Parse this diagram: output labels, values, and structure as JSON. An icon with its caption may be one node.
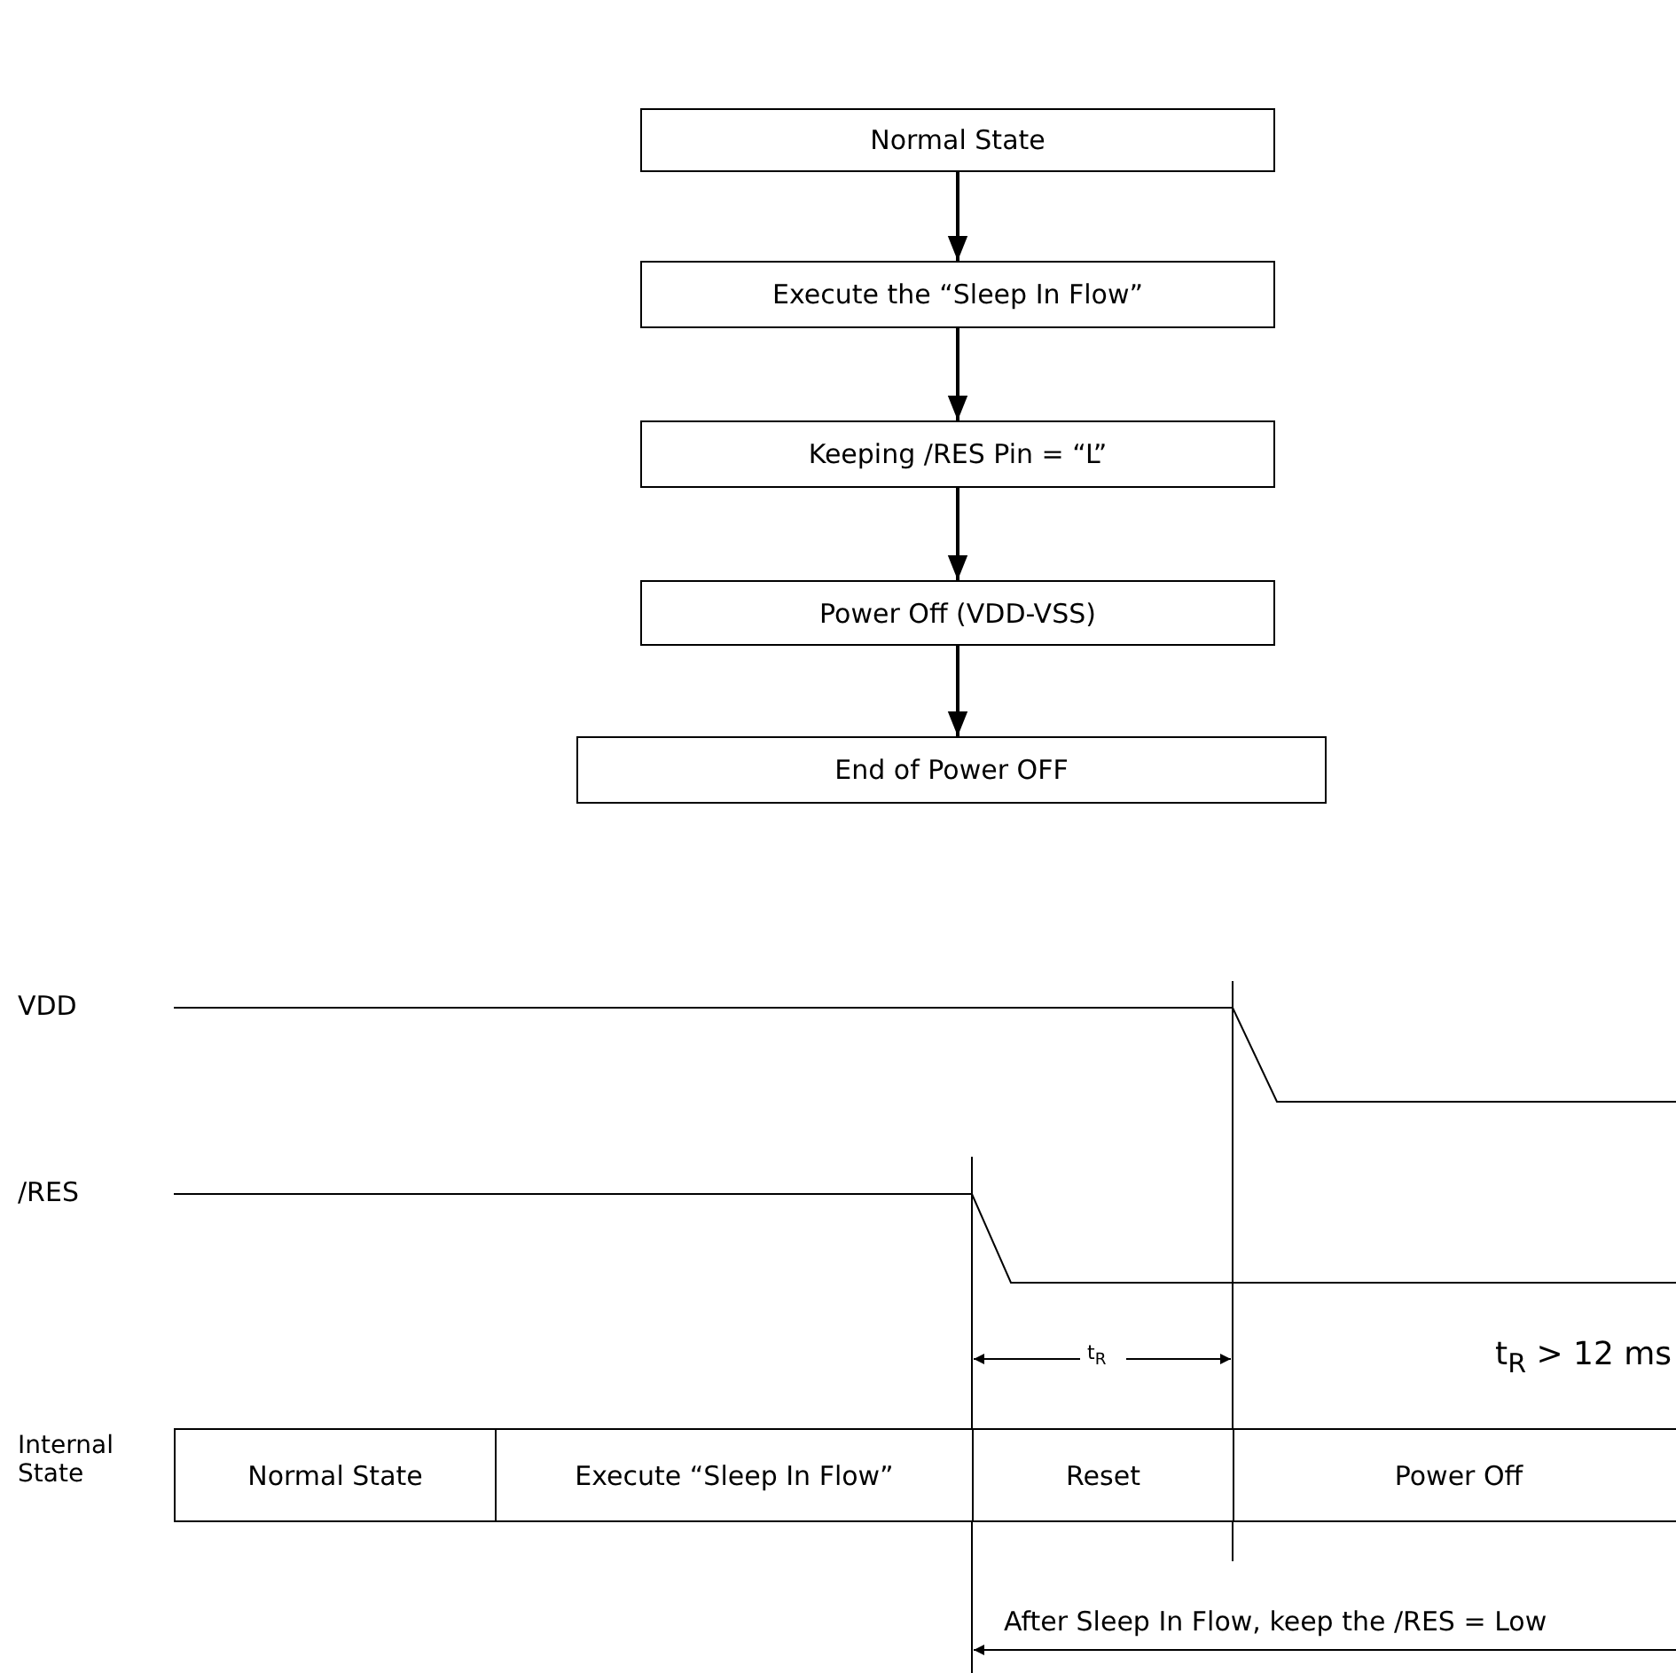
{
  "diagram": {
    "nodes": [
      {
        "text": [
          "Normal State"
        ]
      },
      {
        "text": [
          "Execute the “Sleep In Flow”"
        ]
      },
      {
        "text": [
          "Keeping /RES Pin = “L”"
        ]
      },
      {
        "text": [
          "Power Off (VDD-VSS)"
        ]
      },
      {
        "text": [
          "End of Power OFF"
        ]
      },
      {
        "text": [
          "Normal State"
        ]
      },
      {
        "text": [
          "Execute “Sleep In Flow”"
        ]
      },
      {
        "text": [
          "Reset"
        ]
      },
      {
        "text": [
          "Power Off"
        ]
      }
    ],
    "edges": [
      {
        "from": 0,
        "to": 1,
        "arrow": "to"
      },
      {
        "from": 1,
        "to": 2,
        "arrow": "to"
      },
      {
        "from": 2,
        "to": 3,
        "arrow": "to"
      },
      {
        "from": 3,
        "to": 4,
        "arrow": "to"
      }
    ],
    "labels": [
      "VDD",
      "/RES",
      "t$_{R}$",
      "t$_{R}$ > 12 ms",
      "Internal State",
      "After Sleep In Flow, keep the /RES = Low"
    ]
  }
}
